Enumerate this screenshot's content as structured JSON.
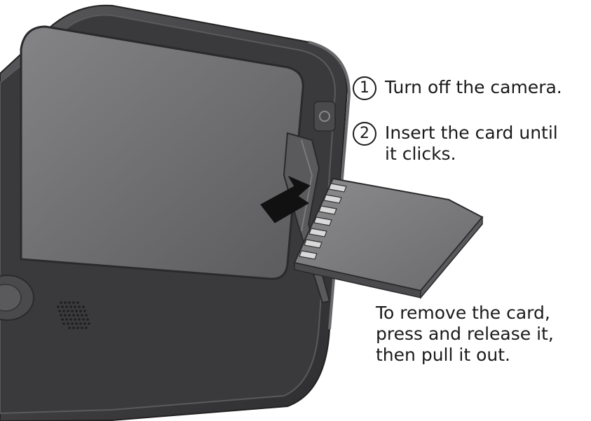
{
  "steps": [
    {
      "number": "1",
      "text": "Turn off the camera."
    },
    {
      "number": "2",
      "text": "Insert the card until\nit clicks."
    }
  ],
  "note": "To remove the card,\npress and release it,\nthen pull it out.",
  "colors": {
    "camera_body": "#3b3b3d",
    "camera_edge": "#58585a",
    "screen": "#6c6c6e",
    "card": "#7a7a7c",
    "arrow": "#111111"
  }
}
